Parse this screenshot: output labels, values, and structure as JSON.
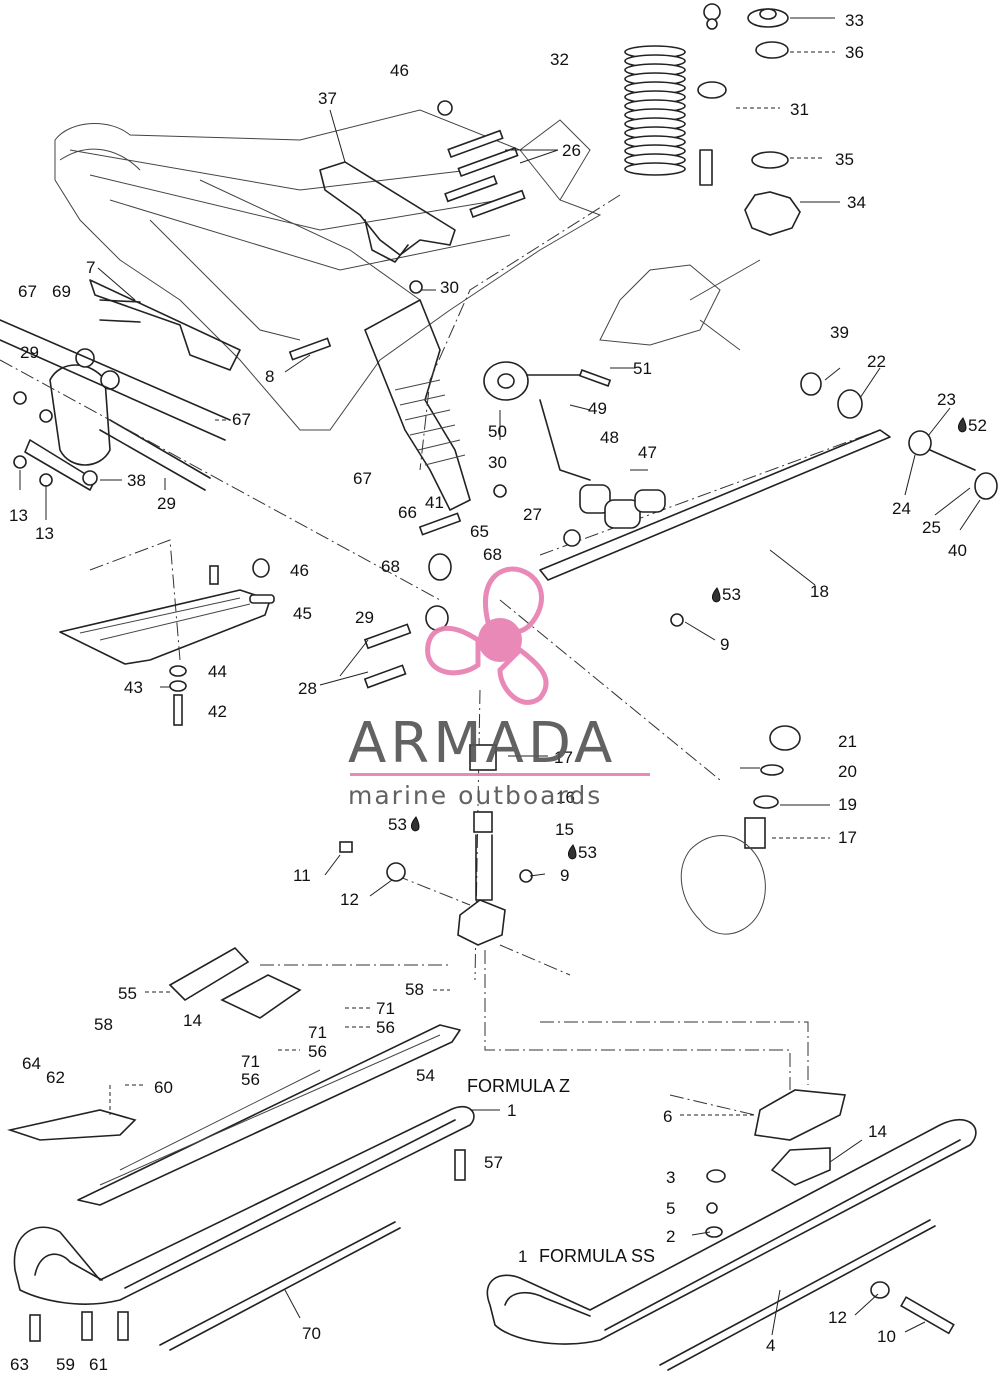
{
  "watermark": {
    "brand": "ARMADA",
    "tagline": "marine outboards",
    "accent_color": "#e77fb1"
  },
  "labels": {
    "n1": "1",
    "n2": "2",
    "n3": "3",
    "n4": "4",
    "n5": "5",
    "n6": "6",
    "n7": "7",
    "n8": "8",
    "n9": "9",
    "n10": "10",
    "n11": "11",
    "n12": "12",
    "n13": "13",
    "n14": "14",
    "n15": "15",
    "n16": "16",
    "n17": "17",
    "n18": "18",
    "n19": "19",
    "n20": "20",
    "n21": "21",
    "n22": "22",
    "n23": "23",
    "n24": "24",
    "n25": "25",
    "n26": "26",
    "n27": "27",
    "n28": "28",
    "n29": "29",
    "n30": "30",
    "n31": "31",
    "n32": "32",
    "n33": "33",
    "n34": "34",
    "n35": "35",
    "n36": "36",
    "n37": "37",
    "n38": "38",
    "n39": "39",
    "n40": "40",
    "n41": "41",
    "n42": "42",
    "n43": "43",
    "n44": "44",
    "n45": "45",
    "n46": "46",
    "n47": "47",
    "n48": "48",
    "n49": "49",
    "n50": "50",
    "n51": "51",
    "n52": "52",
    "n53": "53",
    "n54": "54",
    "n55": "55",
    "n56": "56",
    "n57": "57",
    "n58": "58",
    "n59": "59",
    "n60": "60",
    "n61": "61",
    "n62": "62",
    "n63": "63",
    "n64": "64",
    "n65": "65",
    "n66": "66",
    "n67": "67",
    "n68": "68",
    "n69": "69",
    "n70": "70",
    "n71": "71",
    "formula_z": "FORMULA Z",
    "formula_ss": "FORMULA SS"
  }
}
